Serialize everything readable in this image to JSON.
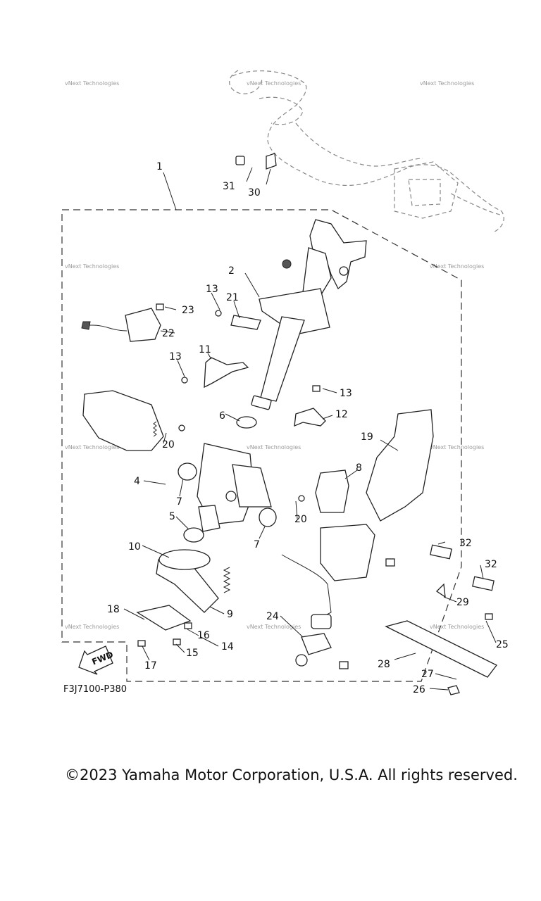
{
  "diagram": {
    "part_code": "F3J7100-P380",
    "fwd_label": "FWD",
    "watermark": "vNext Technologies",
    "callouts": [
      "1",
      "2",
      "4",
      "5",
      "6",
      "7",
      "7",
      "8",
      "9",
      "10",
      "11",
      "12",
      "13",
      "13",
      "13",
      "14",
      "15",
      "16",
      "17",
      "18",
      "19",
      "20",
      "20",
      "21",
      "22",
      "23",
      "24",
      "25",
      "26",
      "27",
      "28",
      "29",
      "30",
      "31",
      "32",
      "32"
    ]
  },
  "footer": {
    "copyright": "©2023 Yamaha Motor Corporation, U.S.A. All rights reserved."
  }
}
